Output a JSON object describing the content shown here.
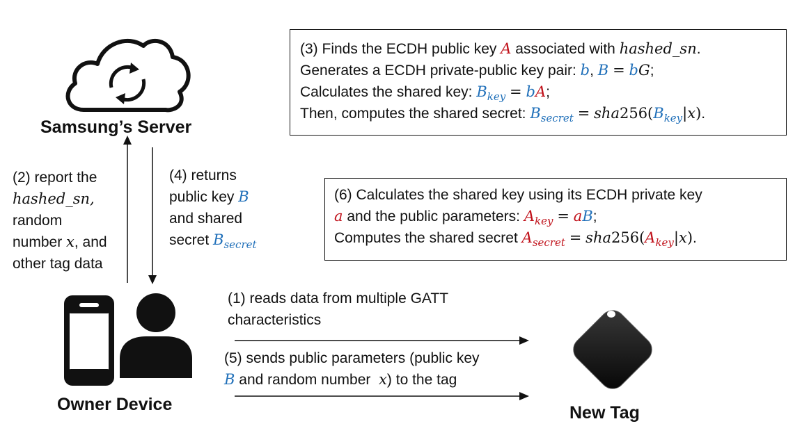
{
  "server": {
    "title": "Samsung’s Server"
  },
  "owner": {
    "title": "Owner Device"
  },
  "tag": {
    "title": "New Tag"
  },
  "colors": {
    "blue": "#1f6fb9",
    "red": "#c0111a",
    "ink": "#111111"
  },
  "icons": [
    "cloud-sync-icon",
    "smartphone-icon",
    "person-icon",
    "tag-icon"
  ],
  "step2": {
    "lines": [
      "(2) report the",
      "hashed_sn,",
      "random",
      "number x, and",
      "other tag data"
    ]
  },
  "step4": {
    "lines": [
      "(4) returns",
      "public key B",
      "and shared",
      "secret B_secret"
    ]
  },
  "step3": {
    "line1": {
      "text": "(3) Finds the ECDH public key ",
      "var": "A",
      "text2": " associated with ",
      "var2": "hashed_sn",
      "end": "."
    },
    "line2": {
      "text": "Generates a ECDH private-public key pair: ",
      "eq": "b, B = bG",
      "end": ";"
    },
    "line3": {
      "text": "Calculates the shared key: ",
      "eq": "B_key = bA",
      "end": ";"
    },
    "line4": {
      "text": "Then, computes the shared secret: ",
      "eq": "B_secret = sha256(B_key|x)",
      "end": "."
    }
  },
  "step6": {
    "line1": {
      "text": "(6) Calculates the shared key using its ECDH private key"
    },
    "line2": {
      "var": "a",
      "text": " and the public parameters: ",
      "eq": "A_key = aB",
      "end": ";"
    },
    "line3": {
      "text": "Computes the shared secret ",
      "eq": "A_secret = sha256(A_key|x)",
      "end": "."
    }
  },
  "step1": {
    "lines": [
      "(1) reads data from multiple GATT",
      "characteristics"
    ]
  },
  "step5": {
    "lines": [
      "(5) sends public parameters (public key",
      "B and random number  x) to the tag"
    ]
  }
}
